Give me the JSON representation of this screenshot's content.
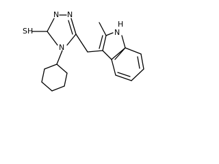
{
  "structure": {
    "atom_labels": {
      "thiol": "SH",
      "triazole_n1": "N",
      "triazole_n2": "N",
      "triazole_n4": "N",
      "indole_nh": "H\nN"
    },
    "indole_nh_h": "H",
    "indole_nh_n": "N"
  }
}
